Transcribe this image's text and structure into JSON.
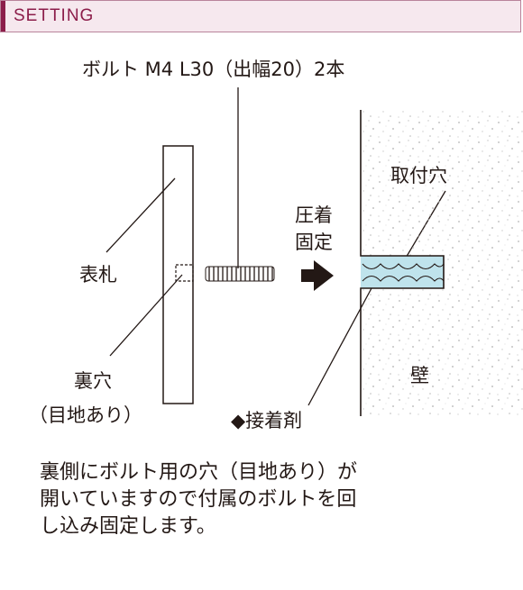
{
  "header": {
    "title": "SETTING",
    "accent_color": "#8c1d4a",
    "background": "#f6e8ee"
  },
  "diagram": {
    "bolt_label": "ボルト M4 L30（出幅20）2本",
    "nameplate_label": "表札",
    "back_hole_label": "裏穴",
    "back_hole_sub": "（目地あり）",
    "press_label_1": "圧着",
    "press_label_2": "固定",
    "mount_hole_label": "取付穴",
    "wall_label": "壁",
    "adhesive_label": "◆接着剤",
    "adhesive_color": "#bfe3ec"
  },
  "note": {
    "lines": [
      "裏側にボルト用の穴（目地あり）が",
      "開いていますので付属のボルトを回",
      "し込み固定します。"
    ]
  }
}
